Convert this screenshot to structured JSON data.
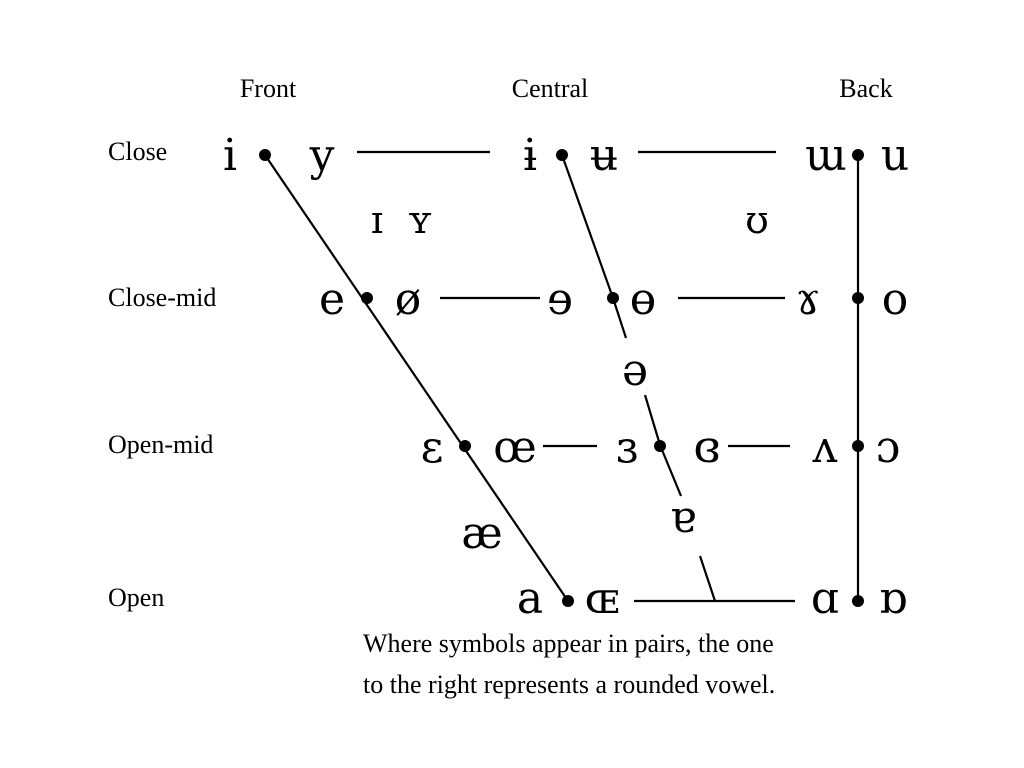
{
  "columns": {
    "front": "Front",
    "central": "Central",
    "back": "Back"
  },
  "rows": {
    "close": "Close",
    "close_mid": "Close-mid",
    "open_mid": "Open-mid",
    "open": "Open"
  },
  "vowels": {
    "close": [
      "i",
      "y",
      "ɨ",
      "ʉ",
      "ɯ",
      "u"
    ],
    "near_close": [
      "ɪ",
      "ʏ",
      "ʊ"
    ],
    "close_mid": [
      "e",
      "ø",
      "ɘ",
      "ɵ",
      "ɤ",
      "o"
    ],
    "mid": [
      "ə"
    ],
    "open_mid": [
      "ɛ",
      "œ",
      "ɜ",
      "ɞ",
      "ʌ",
      "ɔ"
    ],
    "near_open": [
      "æ",
      "ɐ"
    ],
    "open": [
      "a",
      "ɶ",
      "ɑ",
      "ɒ"
    ]
  },
  "note": [
    "Where symbols appear in pairs, the one",
    "to the right represents a rounded vowel."
  ]
}
